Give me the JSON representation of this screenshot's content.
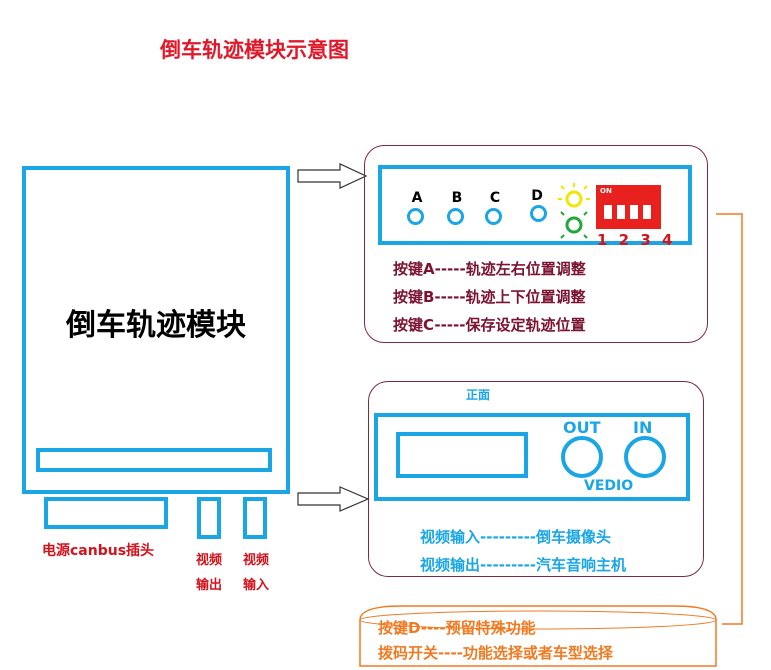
{
  "title": "倒车轨迹模块示意图",
  "module": {
    "label": "倒车轨迹模块",
    "power_connector_label": "电源canbus插头",
    "video_out_label_line1": "视频",
    "video_out_label_line2": "输出",
    "video_in_label_line1": "视频",
    "video_in_label_line2": "输入"
  },
  "top_panel": {
    "buttons": [
      "A",
      "B",
      "C",
      "D"
    ],
    "led_colors": {
      "yellow": "#f2e600",
      "green": "#22a83a"
    },
    "dip_switch": {
      "on_label": "ON",
      "numbers": "1 2 3 4"
    },
    "descriptions": [
      "按键A-----轨迹左右位置调整",
      "按键B-----轨迹上下位置调整",
      "按键C-----保存设定轨迹位置"
    ]
  },
  "front_panel": {
    "heading": "正面",
    "out_label": "OUT",
    "in_label": "IN",
    "vedio_label": "VEDIO",
    "descriptions": [
      "视频输入---------倒车摄像头",
      "视频输出---------汽车音响主机"
    ]
  },
  "bottom_note": {
    "lines": [
      "按键D----预留特殊功能",
      "拨码开关----功能选择或者车型选择"
    ]
  },
  "colors": {
    "blue": "#1aa6e4",
    "red": "#e0192a",
    "maroon": "#7a1230",
    "orange": "#f07a22"
  }
}
